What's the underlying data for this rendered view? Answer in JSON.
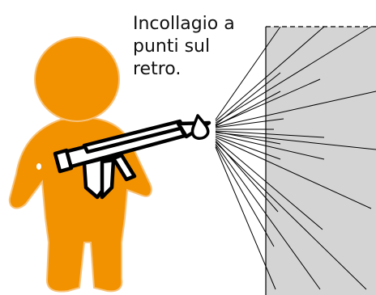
{
  "caption": {
    "lines": [
      "Incollagio a",
      "punti sul",
      "retro."
    ]
  },
  "colors": {
    "figure": "#f39200",
    "wall": "#d4d4d4",
    "ink": "#000000",
    "background": "#ffffff"
  },
  "icons": {
    "figure": "worker-figure-icon",
    "tool": "caulking-gun-icon",
    "drop": "adhesive-drop-icon"
  }
}
